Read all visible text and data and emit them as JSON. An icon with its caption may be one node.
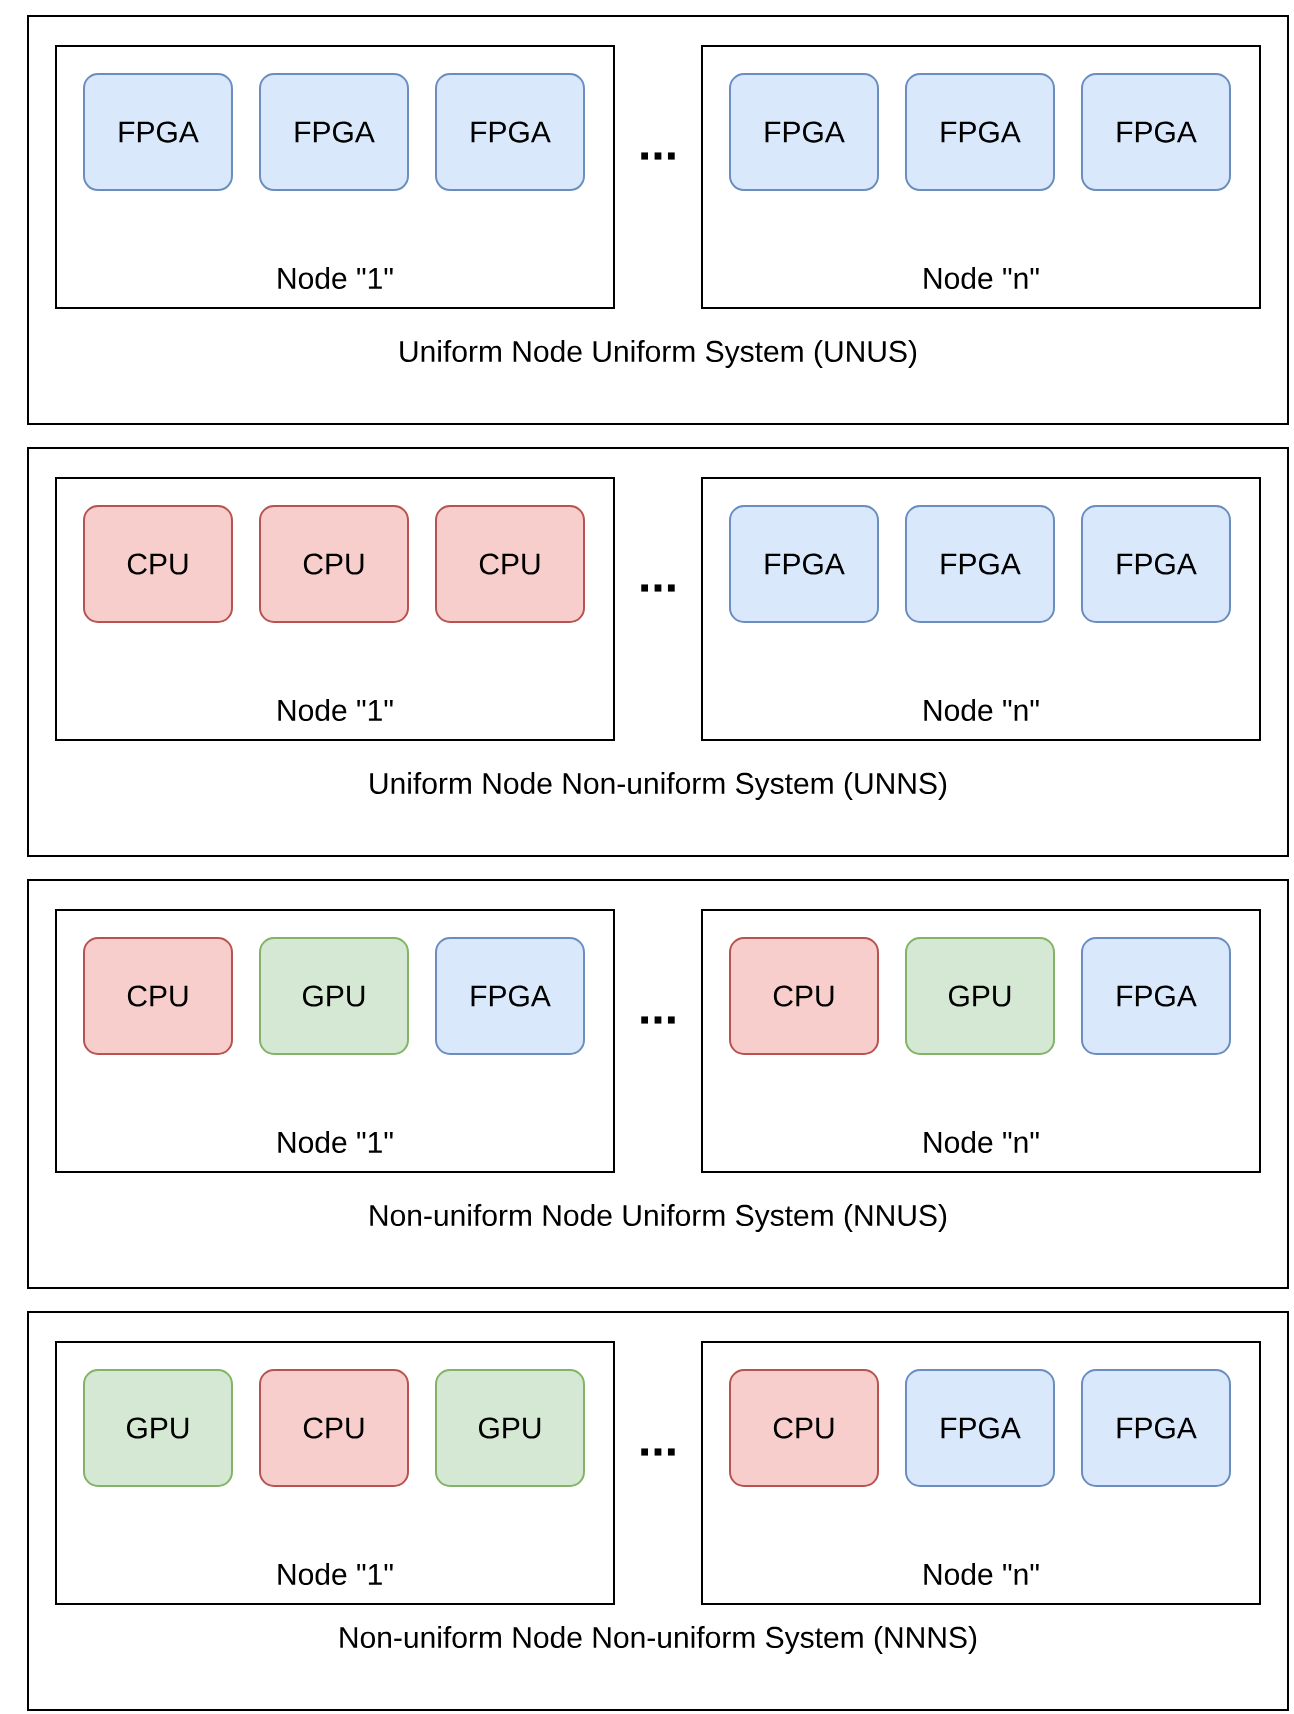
{
  "diagram": {
    "nodes": [
      {
        "text": [
          "Uniform Node Uniform System (UNUS)"
        ]
      },
      {
        "text": [
          "Node \"1\""
        ],
        "in": 0
      },
      {
        "text": [
          "FPGA"
        ],
        "in": 1
      },
      {
        "text": [
          "FPGA"
        ],
        "in": 1
      },
      {
        "text": [
          "FPGA"
        ],
        "in": 1
      },
      {
        "text": [
          "Node \"n\""
        ],
        "in": 0
      },
      {
        "text": [
          "FPGA"
        ],
        "in": 5
      },
      {
        "text": [
          "FPGA"
        ],
        "in": 5
      },
      {
        "text": [
          "FPGA"
        ],
        "in": 5
      },
      {
        "text": [
          "Uniform Node Non-uniform System (UNNS)"
        ]
      },
      {
        "text": [
          "Node \"1\""
        ],
        "in": 9
      },
      {
        "text": [
          "CPU"
        ],
        "in": 10
      },
      {
        "text": [
          "CPU"
        ],
        "in": 10
      },
      {
        "text": [
          "CPU"
        ],
        "in": 10
      },
      {
        "text": [
          "Node \"n\""
        ],
        "in": 9
      },
      {
        "text": [
          "FPGA"
        ],
        "in": 14
      },
      {
        "text": [
          "FPGA"
        ],
        "in": 14
      },
      {
        "text": [
          "FPGA"
        ],
        "in": 14
      },
      {
        "text": [
          "Non-uniform Node Uniform System (NNUS)"
        ]
      },
      {
        "text": [
          "Node \"1\""
        ],
        "in": 18
      },
      {
        "text": [
          "CPU"
        ],
        "in": 19
      },
      {
        "text": [
          "GPU"
        ],
        "in": 19
      },
      {
        "text": [
          "FPGA"
        ],
        "in": 19
      },
      {
        "text": [
          "Node \"n\""
        ],
        "in": 18
      },
      {
        "text": [
          "CPU"
        ],
        "in": 23
      },
      {
        "text": [
          "GPU"
        ],
        "in": 23
      },
      {
        "text": [
          "FPGA"
        ],
        "in": 23
      },
      {
        "text": [
          "Non-uniform Node Non-uniform System (NNNS)"
        ]
      },
      {
        "text": [
          "Node \"1\""
        ],
        "in": 27
      },
      {
        "text": [
          "GPU"
        ],
        "in": 28
      },
      {
        "text": [
          "CPU"
        ],
        "in": 28
      },
      {
        "text": [
          "GPU"
        ],
        "in": 28
      },
      {
        "text": [
          "Node \"n\""
        ],
        "in": 27
      },
      {
        "text": [
          "CPU"
        ],
        "in": 32
      },
      {
        "text": [
          "FPGA"
        ],
        "in": 32
      },
      {
        "text": [
          "FPGA"
        ],
        "in": 32
      }
    ],
    "labels": [
      "...",
      "...",
      "...",
      "..."
    ]
  }
}
